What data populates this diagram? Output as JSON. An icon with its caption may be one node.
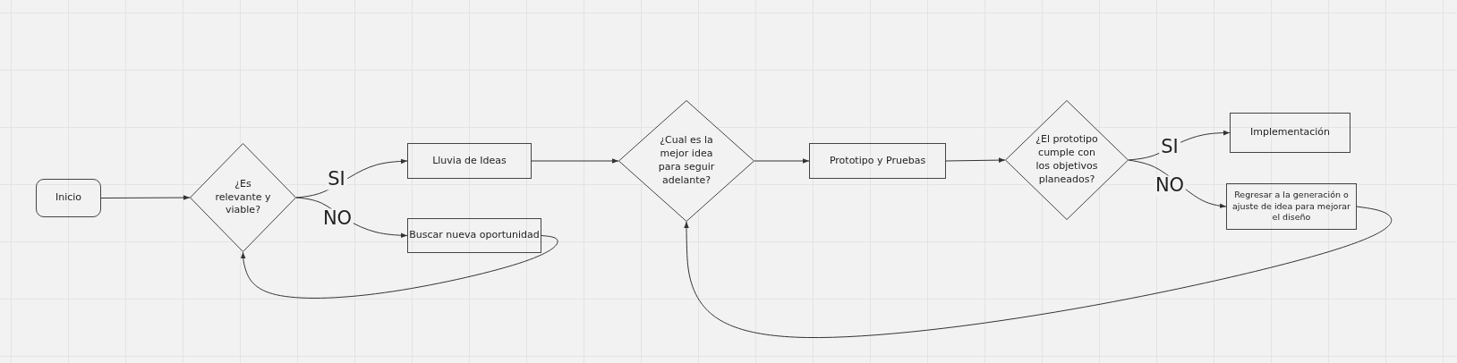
{
  "diagram": {
    "nodes": [
      {
        "text": [
          "Inicio"
        ]
      },
      {
        "text": [
          "¿Es relevante y viable?"
        ]
      },
      {
        "text": [
          "Lluvia de Ideas"
        ]
      },
      {
        "text": [
          "Buscar nueva oportunidad"
        ]
      },
      {
        "text": [
          "¿Cual es la mejor idea para seguir adelante?"
        ]
      },
      {
        "text": [
          "Prototipo y Pruebas"
        ]
      },
      {
        "text": [
          "¿El prototipo cumple con los objetivos planeados?"
        ]
      },
      {
        "text": [
          "Implementación"
        ]
      },
      {
        "text": [
          "Regresar a la generación o ajuste de idea para mejorar el diseño"
        ]
      }
    ],
    "edges": [
      {
        "from": 0,
        "to": 1,
        "arrow": "to"
      },
      {
        "from": 1,
        "to": 2,
        "arrow": "to",
        "label": "SI"
      },
      {
        "from": 1,
        "to": 3,
        "arrow": "to",
        "label": "NO"
      },
      {
        "from": 3,
        "to": 1,
        "arrow": "to"
      },
      {
        "from": 2,
        "to": 4,
        "arrow": "to"
      },
      {
        "from": 4,
        "to": 5,
        "arrow": "to"
      },
      {
        "from": 5,
        "to": 6,
        "arrow": "to"
      },
      {
        "from": 6,
        "to": 7,
        "arrow": "to",
        "label": "SI"
      },
      {
        "from": 6,
        "to": 8,
        "arrow": "to",
        "label": "NO"
      },
      {
        "from": 8,
        "to": 4,
        "arrow": "to"
      }
    ]
  }
}
